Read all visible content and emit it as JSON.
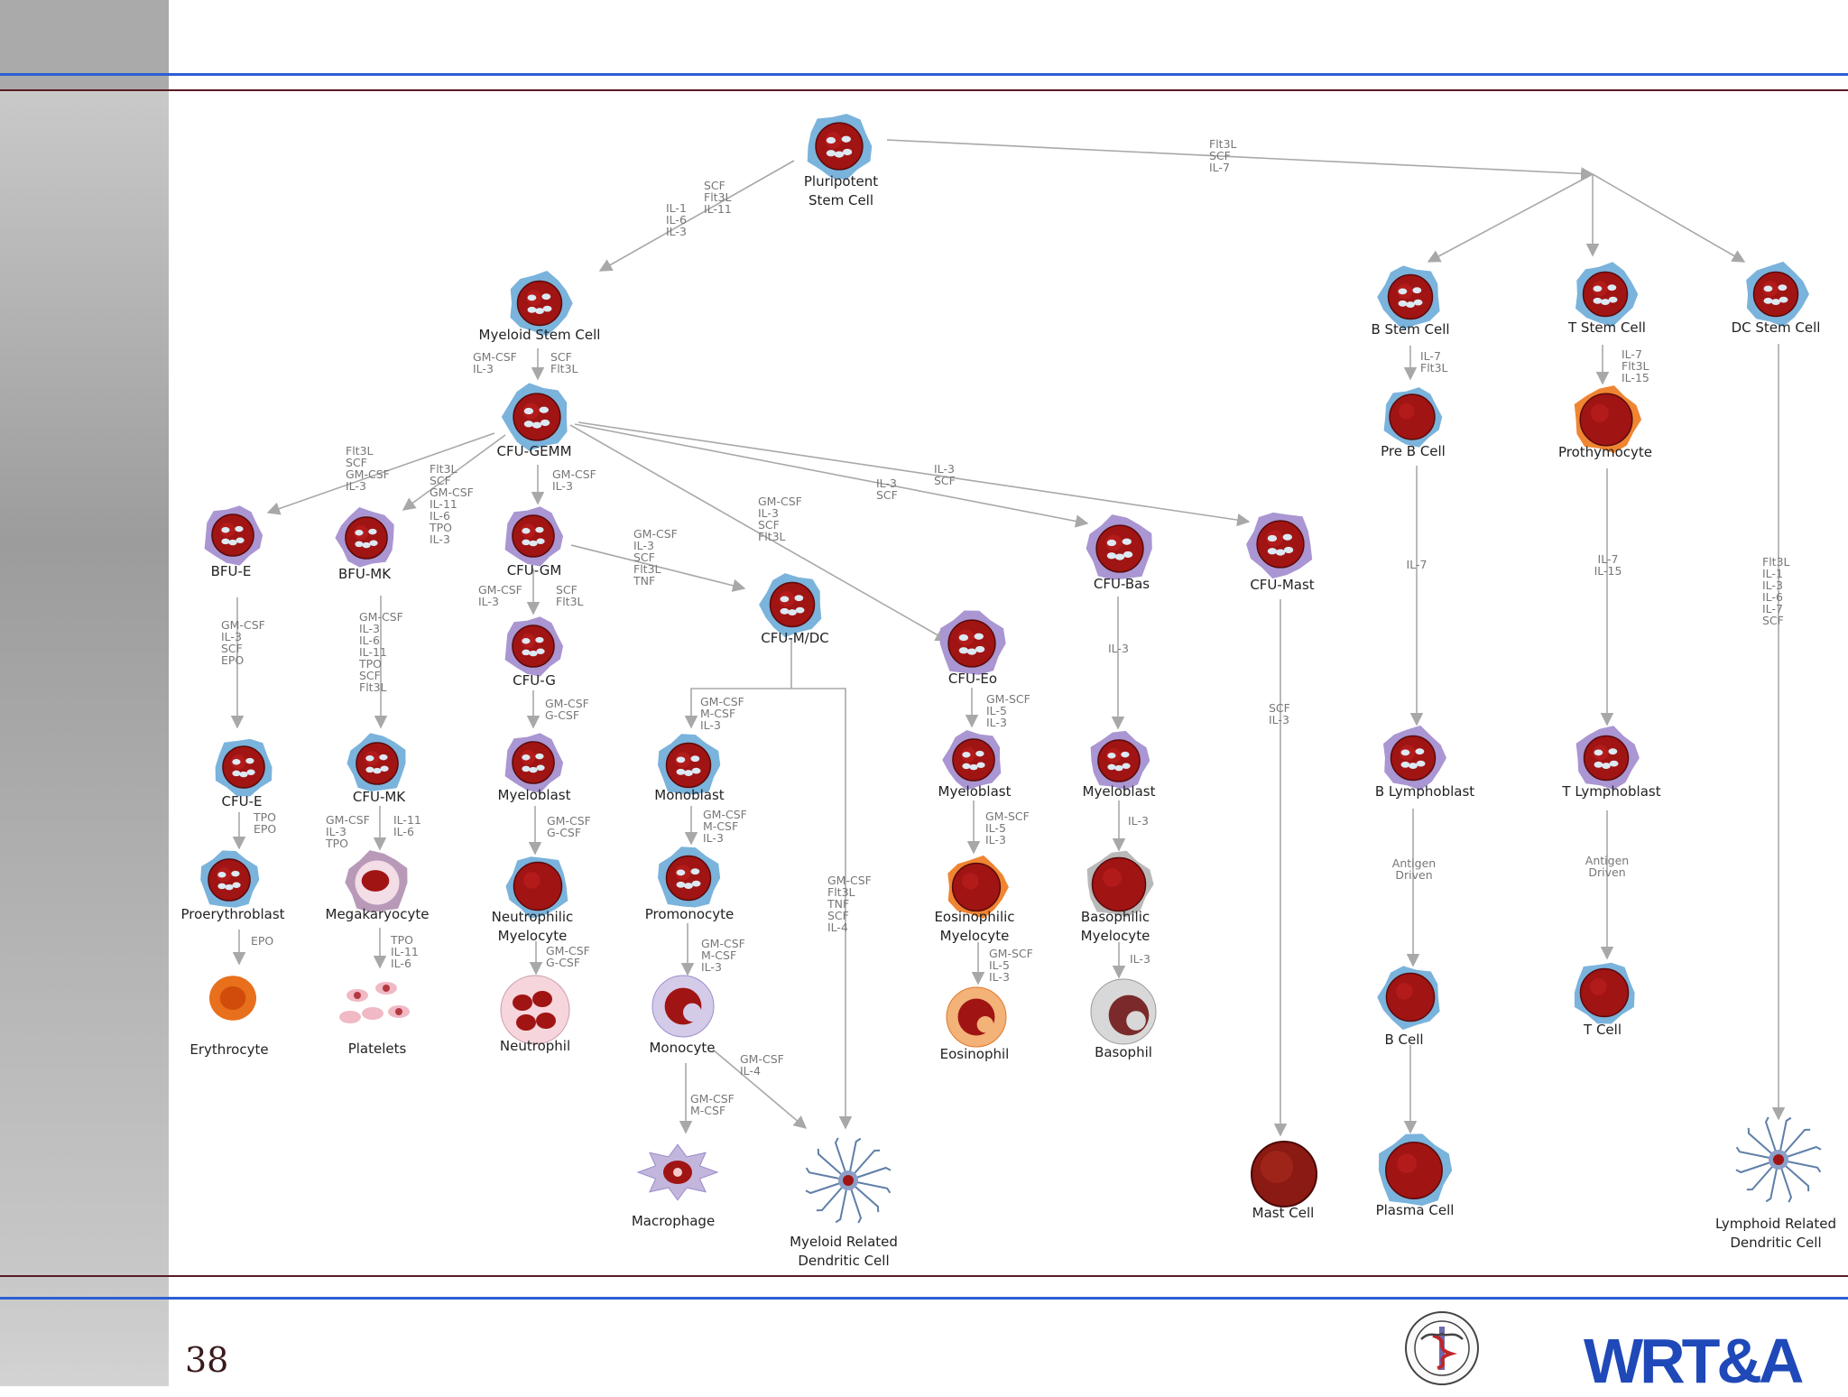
{
  "slide": {
    "number": "38",
    "logo_text": "WRT&A"
  },
  "colors": {
    "edge": "#a8a8a8",
    "nucleus": "#a01414",
    "cell_blue": "#7ab3dc",
    "cell_purple": "#a996d2",
    "cell_orange": "#ef8532",
    "rule_blue": "#2d5fd3",
    "rule_dark": "#5a1a22"
  },
  "nodes": [
    {
      "id": "psc",
      "label": "Pluripotent\nStem Cell",
      "style": "stem-blue"
    },
    {
      "id": "msc",
      "label": "Myeloid Stem Cell",
      "style": "stem-blue"
    },
    {
      "id": "gemm",
      "label": "CFU-GEMM",
      "style": "stem-blue"
    },
    {
      "id": "bfue",
      "label": "BFU-E",
      "style": "stem-purple"
    },
    {
      "id": "bfumk",
      "label": "BFU-MK",
      "style": "stem-purple"
    },
    {
      "id": "cfugm",
      "label": "CFU-GM",
      "style": "stem-purple"
    },
    {
      "id": "cfumdc",
      "label": "CFU-M/DC",
      "style": "stem-blue"
    },
    {
      "id": "cfubas",
      "label": "CFU-Bas",
      "style": "stem-purple"
    },
    {
      "id": "cfumast",
      "label": "CFU-Mast",
      "style": "stem-purple"
    },
    {
      "id": "cfue",
      "label": "CFU-E",
      "style": "stem-blue"
    },
    {
      "id": "cfumk",
      "label": "CFU-MK",
      "style": "stem-blue"
    },
    {
      "id": "cfug",
      "label": "CFU-G",
      "style": "stem-purple"
    },
    {
      "id": "cfueo",
      "label": "CFU-Eo",
      "style": "stem-purple"
    },
    {
      "id": "myelo_g",
      "label": "Myeloblast",
      "style": "stem-purple"
    },
    {
      "id": "monoblast",
      "label": "Monoblast",
      "style": "stem-blue"
    },
    {
      "id": "myelo_eo",
      "label": "Myeloblast",
      "style": "stem-purple"
    },
    {
      "id": "myelo_bas",
      "label": "Myeloblast",
      "style": "stem-purple"
    },
    {
      "id": "proery",
      "label": "Proerythroblast",
      "style": "stem-blue"
    },
    {
      "id": "mega",
      "label": "Megakaryocyte",
      "style": "mega"
    },
    {
      "id": "neumyel",
      "label": "Neutrophilic\nMyelocyte",
      "style": "nucleus-blue"
    },
    {
      "id": "promono",
      "label": "Promonocyte",
      "style": "stem-blue"
    },
    {
      "id": "eomyel",
      "label": "Eosinophilic\nMyelocyte",
      "style": "nucleus-orange"
    },
    {
      "id": "basmyel",
      "label": "Basophilic\nMyelocyte",
      "style": "nucleus-gray"
    },
    {
      "id": "ery",
      "label": "Erythrocyte",
      "style": "erythrocyte"
    },
    {
      "id": "plt",
      "label": "Platelets",
      "style": "platelets"
    },
    {
      "id": "neut",
      "label": "Neutrophil",
      "style": "neutrophil"
    },
    {
      "id": "mono",
      "label": "Monocyte",
      "style": "monocyte"
    },
    {
      "id": "eos",
      "label": "Eosinophil",
      "style": "eosinophil"
    },
    {
      "id": "baso",
      "label": "Basophil",
      "style": "basophil"
    },
    {
      "id": "macro",
      "label": "Macrophage",
      "style": "macrophage"
    },
    {
      "id": "mydc",
      "label": "Myeloid Related\nDendritic Cell",
      "style": "dendritic"
    },
    {
      "id": "mast",
      "label": "Mast Cell",
      "style": "mast"
    },
    {
      "id": "bstem",
      "label": "B Stem Cell",
      "style": "stem-blue"
    },
    {
      "id": "tstem",
      "label": "T Stem Cell",
      "style": "stem-blue"
    },
    {
      "id": "dcstem",
      "label": "DC Stem Cell",
      "style": "stem-blue"
    },
    {
      "id": "preb",
      "label": "Pre B Cell",
      "style": "nucleus-blue"
    },
    {
      "id": "prothy",
      "label": "Prothymocyte",
      "style": "nucleus-orange"
    },
    {
      "id": "blympho",
      "label": "B Lymphoblast",
      "style": "stem-purple"
    },
    {
      "id": "tlympho",
      "label": "T Lymphoblast",
      "style": "stem-purple"
    },
    {
      "id": "bcell",
      "label": "B Cell",
      "style": "nucleus-blue"
    },
    {
      "id": "tcell",
      "label": "T Cell",
      "style": "nucleus-blue"
    },
    {
      "id": "plasma",
      "label": "Plasma Cell",
      "style": "nucleus-blue"
    },
    {
      "id": "lydc",
      "label": "Lymphoid Related\nDendritic Cell",
      "style": "dendritic"
    }
  ],
  "factors": [
    {
      "id": "f_psc_lymph",
      "text": "Flt3L\nSCF\nIL-7"
    },
    {
      "id": "f_psc_msc_a",
      "text": "SCF\nFlt3L\nIL-11"
    },
    {
      "id": "f_psc_msc_b",
      "text": "IL-1\nIL-6\nIL-3"
    },
    {
      "id": "f_msc_gemm_a",
      "text": "GM-CSF\nIL-3"
    },
    {
      "id": "f_msc_gemm_b",
      "text": "SCF\nFlt3L"
    },
    {
      "id": "f_gemm_bfue",
      "text": "Flt3L\nSCF\nGM-CSF\nIL-3"
    },
    {
      "id": "f_gemm_bfumk",
      "text": "Flt3L\nSCF\nGM-CSF\nIL-11\nIL-6\nTPO\nIL-3"
    },
    {
      "id": "f_gemm_cfugm",
      "text": "GM-CSF\nIL-3"
    },
    {
      "id": "f_gemm_cfueo",
      "text": "GM-CSF\nIL-3\nSCF\nFlt3L"
    },
    {
      "id": "f_gemm_cfubas",
      "text": "IL-3\nSCF"
    },
    {
      "id": "f_gemm_cfumast",
      "text": "IL-3\nSCF"
    },
    {
      "id": "f_cfugm_cfumdc",
      "text": "GM-CSF\nIL-3\nSCF\nFlt3L\nTNF"
    },
    {
      "id": "f_cfugm_cfug_a",
      "text": "GM-CSF\nIL-3"
    },
    {
      "id": "f_cfugm_cfug_b",
      "text": "SCF\nFlt3L"
    },
    {
      "id": "f_bfue_cfue",
      "text": "GM-CSF\nIL-3\nSCF\nEPO"
    },
    {
      "id": "f_bfumk_cfumk",
      "text": "GM-CSF\nIL-3\nIL-6\nIL-11\nTPO\nSCF\nFlt3L"
    },
    {
      "id": "f_cfug_myelo",
      "text": "GM-CSF\nG-CSF"
    },
    {
      "id": "f_cfumdc_monoblast",
      "text": "GM-CSF\nM-CSF\nIL-3"
    },
    {
      "id": "f_cfumdc_mydc",
      "text": "GM-CSF\nFlt3L\nTNF\nSCF\nIL-4"
    },
    {
      "id": "f_cfueo_myelo",
      "text": "GM-SCF\nIL-5\nIL-3"
    },
    {
      "id": "f_cfubas_myelo",
      "text": "IL-3"
    },
    {
      "id": "f_cfumast_mast",
      "text": "SCF\nIL-3"
    },
    {
      "id": "f_cfue_proery",
      "text": "TPO\nEPO"
    },
    {
      "id": "f_cfumk_mega_a",
      "text": "GM-CSF\nIL-3\nTPO"
    },
    {
      "id": "f_cfumk_mega_b",
      "text": "IL-11\nIL-6"
    },
    {
      "id": "f_myelo_neumyel",
      "text": "GM-CSF\nG-CSF"
    },
    {
      "id": "f_monoblast_promono",
      "text": "GM-CSF\nM-CSF\nIL-3"
    },
    {
      "id": "f_myeloeo_eomyel",
      "text": "GM-SCF\nIL-5\nIL-3"
    },
    {
      "id": "f_myelobas_basmyel",
      "text": "IL-3"
    },
    {
      "id": "f_proery_ery",
      "text": "EPO"
    },
    {
      "id": "f_mega_plt",
      "text": "TPO\nIL-11\nIL-6"
    },
    {
      "id": "f_neumyel_neut",
      "text": "GM-CSF\nG-CSF"
    },
    {
      "id": "f_promono_mono",
      "text": "GM-CSF\nM-CSF\nIL-3"
    },
    {
      "id": "f_eomyel_eos",
      "text": "GM-SCF\nIL-5\nIL-3"
    },
    {
      "id": "f_basmyel_baso",
      "text": "IL-3"
    },
    {
      "id": "f_mono_macro",
      "text": "GM-CSF\nM-CSF"
    },
    {
      "id": "f_mono_mydc",
      "text": "GM-CSF\nIL-4"
    },
    {
      "id": "f_bstem_preb",
      "text": "IL-7\nFlt3L"
    },
    {
      "id": "f_tstem_prothy",
      "text": "IL-7\nFlt3L\nIL-15"
    },
    {
      "id": "f_preb_blympho",
      "text": "IL-7"
    },
    {
      "id": "f_prothy_tlympho",
      "text": "IL-7\nIL-15"
    },
    {
      "id": "f_dcstem_lydc",
      "text": "Flt3L\nIL-1\nIL-3\nIL-6\nIL-7\nSCF"
    },
    {
      "id": "f_blympho_bcell",
      "text": "Antigen\nDriven"
    },
    {
      "id": "f_tlympho_tcell",
      "text": "Antigen\nDriven"
    }
  ]
}
